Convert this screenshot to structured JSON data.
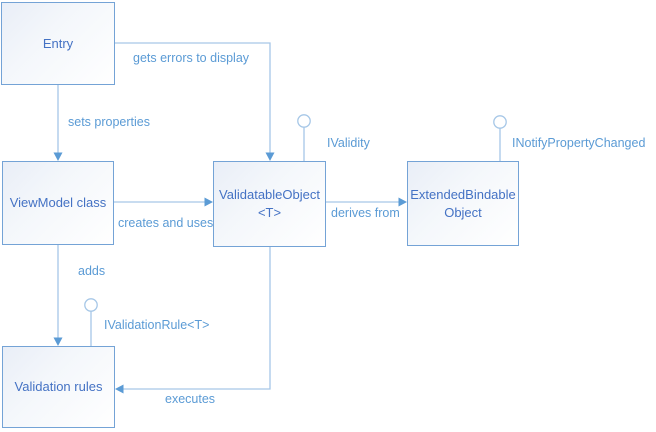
{
  "diagram": {
    "nodes": {
      "entry": {
        "label": "Entry"
      },
      "viewmodel": {
        "label": "ViewModel class"
      },
      "validatable": {
        "line1": "ValidatableObject",
        "line2": "<T>"
      },
      "extended": {
        "line1": "ExtendedBindable",
        "line2": "Object"
      },
      "validation_rules": {
        "label": "Validation rules"
      }
    },
    "edge_labels": {
      "gets_errors": "gets errors to display",
      "sets_properties": "sets properties",
      "creates_and_uses": "creates and uses",
      "derives_from": "derives from",
      "adds": "adds",
      "executes": "executes"
    },
    "interface_labels": {
      "ivalidity": "IValidity",
      "inotifypropertychanged": "INotifyPropertyChanged",
      "ivalidationrule": "IValidationRule<T>"
    },
    "colors": {
      "box_border": "#74a3d6",
      "box_text": "#4472c4",
      "connector_line": "#a6c7e7",
      "arrowhead": "#5b9bd5",
      "edge_label_text": "#5b9bd5",
      "box_fill_top": "#e9eef7",
      "box_fill_bottom": "#ffffff"
    }
  },
  "css_vars": {
    "box-border": "#74a3d6",
    "box-text": "#4472c4",
    "line": "#a6c7e7",
    "arrow": "#5b9bd5",
    "label": "#5b9bd5",
    "box-fill-a": "#e9eef7",
    "box-fill-b": "#ffffff"
  }
}
